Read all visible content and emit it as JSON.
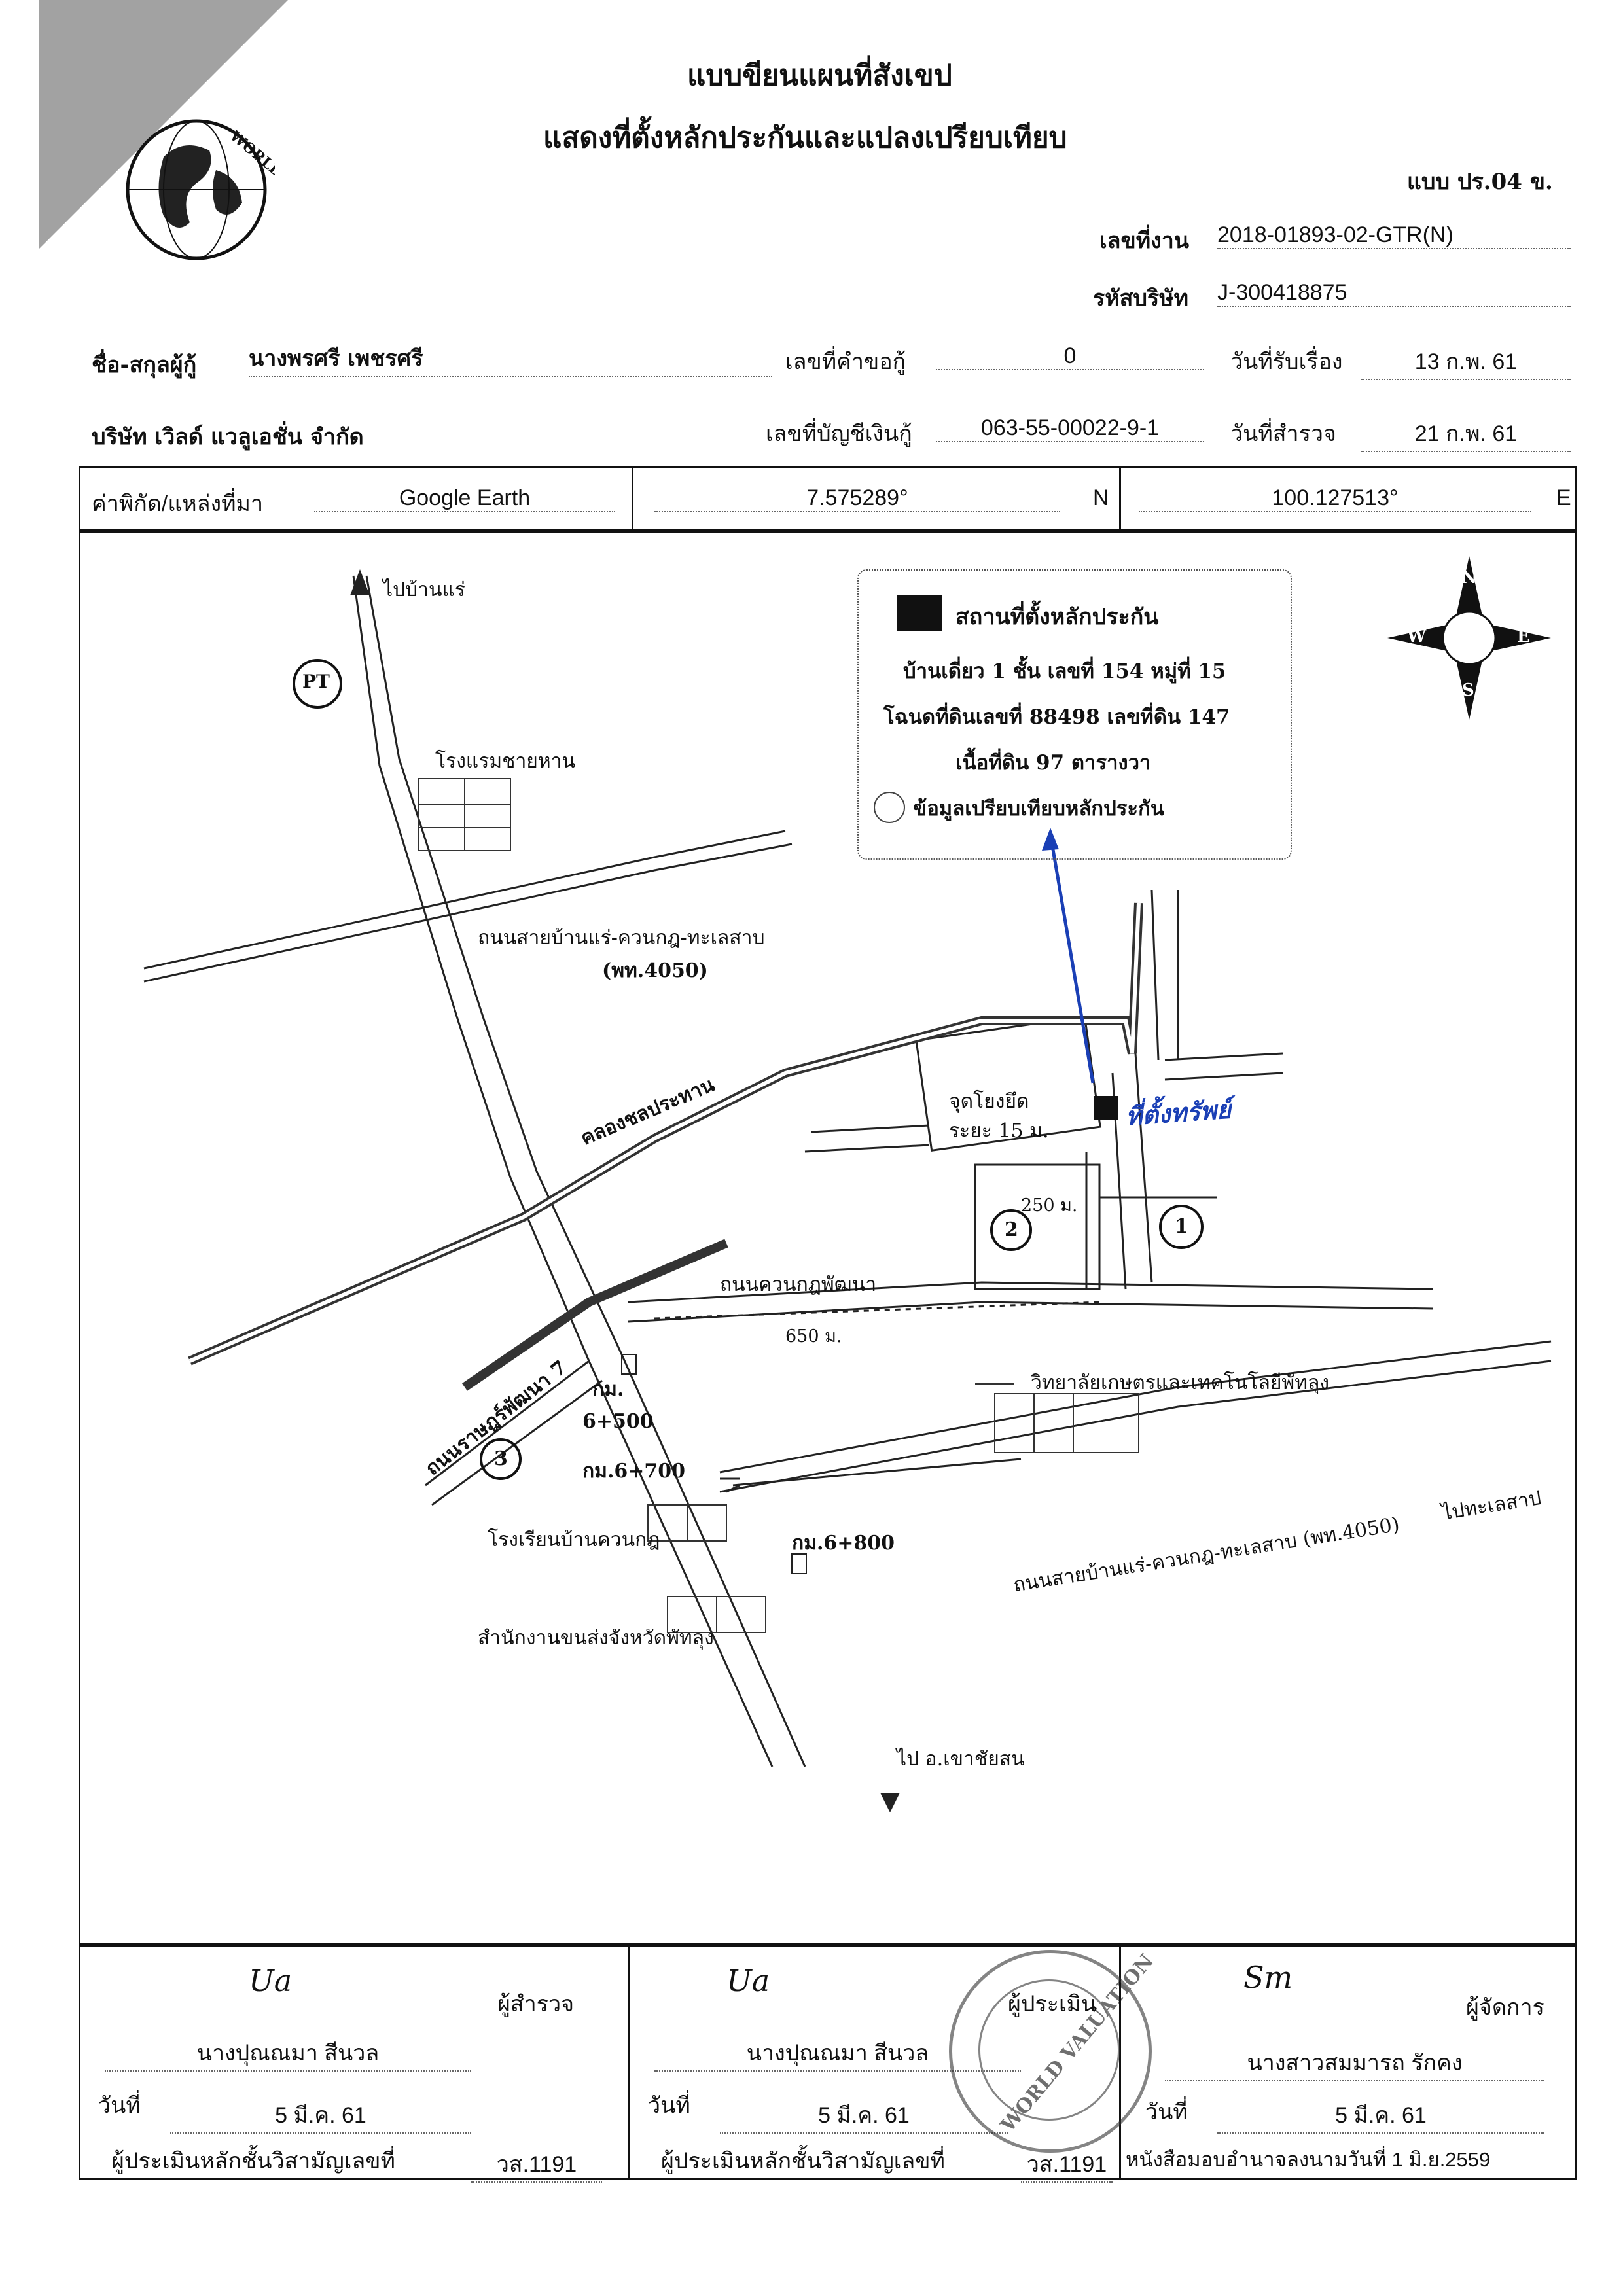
{
  "header": {
    "title_line1": "แบบขียนแผนที่สังเขป",
    "title_line2": "แสดงที่ตั้งหลักประกันและแปลงเปรียบเทียบ",
    "form_code": "แบบ ปร.04 ข.",
    "job_no_label": "เลขที่งาน",
    "job_no": "2018-01893-02-GTR(N)",
    "company_code_label": "รหัสบริษัท",
    "company_code": "J-300418875"
  },
  "info": {
    "borrower_label": "ชื่อ-สกุลผู้กู้",
    "borrower": "นางพรศรี เพชรศรี",
    "request_no_label": "เลขที่คำขอกู้",
    "request_no": "0",
    "received_label": "วันที่รับเรื่อง",
    "received": "13 ก.พ. 61",
    "company": "บริษัท เวิลด์ แวลูเอชั่น จำกัด",
    "account_label": "เลขที่บัญชีเงินกู้",
    "account": "063-55-00022-9-1",
    "survey_label": "วันที่สำรวจ",
    "survey": "21 ก.พ. 61"
  },
  "coords": {
    "label": "ค่าพิกัด/แหล่งที่มา",
    "source": "Google Earth",
    "lat": "7.575289°",
    "lat_dir": "N",
    "lon": "100.127513°",
    "lon_dir": "E"
  },
  "legend": {
    "line1": "สถานที่ตั้งหลักประกัน",
    "line2": "บ้านเดี่ยว 1 ชั้น เลขที่ 154 หมู่ที่ 15",
    "line3": "โฉนดที่ดินเลขที่ 88498 เลขที่ดิน 147",
    "line4": "เนื้อที่ดิน 97 ตารางวา",
    "line5": "ข้อมูลเปรียบเทียบหลักประกัน"
  },
  "compass": {
    "n": "N",
    "s": "S",
    "e": "E",
    "w": "W"
  },
  "map": {
    "to_ban_rae": "ไปบ้านแร่",
    "pt_logo": "PT",
    "hotel": "โรงแรมชายหาน",
    "road_main": "ถนนสายบ้านแร่-ควนกฎ-ทะเลสาบ",
    "road_main_code": "(พท.4050)",
    "canal": "คลองชลประทาน",
    "point_ref": "จุดโยงยึด",
    "dist_15": "ระยะ 15 ม.",
    "handwritten": "ที่ตั้งทรัพย์",
    "dist_250": "250 ม.",
    "comp1": "1",
    "comp2": "2",
    "comp3": "3",
    "road_kuanpat": "ถนนควนกฎพัฒนา",
    "dist_650": "650 ม.",
    "road_ratkuan": "ถนนราษฎร์พัฒนา 7",
    "km_6500_a": "กม.",
    "km_6500_b": "6+500",
    "km_6700": "กม.6+700",
    "km_6800": "กม.6+800",
    "college": "วิทยาลัยเกษตรและเทคโนโลยีพัทลุง",
    "school": "โรงเรียนบ้านควนกฎ",
    "transport_office": "สำนักงานขนส่งจังหวัดพัทลุง",
    "road_main_lower": "ถนนสายบ้านแร่-ควนกฎ-ทะเลสาบ (พท.4050)",
    "to_lake": "ไปทะเลสาป",
    "to_khaochaison": "ไป อ.เขาชัยสน"
  },
  "seal_text": "WORLD VALUATION",
  "signatures": {
    "surveyor_role": "ผู้สำรวจ",
    "surveyor_name": "นางปุณณมา สีนวล",
    "surveyor_sig": "Ua",
    "appraiser_role": "ผู้ประเมิน",
    "appraiser_name": "นางปุณณมา สีนวล",
    "appraiser_sig": "Ua",
    "manager_role": "ผู้จัดการ",
    "manager_name": "นางสาวสมมารถ รักคง",
    "manager_sig": "Sm",
    "date_label": "วันที่",
    "date": "5 มี.ค. 61",
    "license_label": "ผู้ประเมินหลักชั้นวิสามัญเลขที่",
    "license": "วส.1191",
    "authority": "หนังสือมอบอำนาจลงนามวันที่ 1 มิ.ย.2559"
  }
}
